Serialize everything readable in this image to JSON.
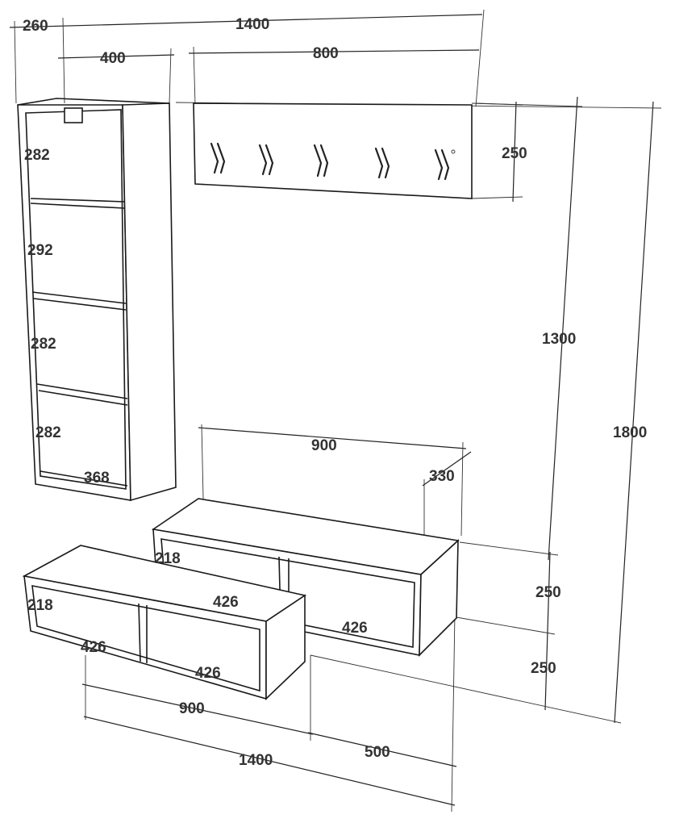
{
  "dimensions": {
    "top_depth": "260",
    "top_total_width": "1400",
    "shelf_width": "400",
    "hanger_width": "800",
    "hanger_height": "250",
    "shelf_gap_1": "282",
    "shelf_gap_2": "292",
    "shelf_gap_3": "282",
    "shelf_gap_4": "282",
    "shelf_inner_width": "368",
    "upper_cabinet_width": "900",
    "cabinet_depth": "330",
    "height_to_hanger": "1300",
    "total_height": "1800",
    "upper_cabinet_height": "218",
    "upper_left_inner": "426",
    "upper_right_inner": "426",
    "cabinet_offset_1": "250",
    "lower_cabinet_height": "218",
    "lower_left_inner": "426",
    "lower_right_inner": "426",
    "cabinet_offset_2": "250",
    "lower_cabinet_width": "900",
    "offset_500": "500",
    "bottom_total_width": "1400"
  },
  "colors": {
    "line": "#222222",
    "text": "#333333",
    "background": "#ffffff"
  }
}
